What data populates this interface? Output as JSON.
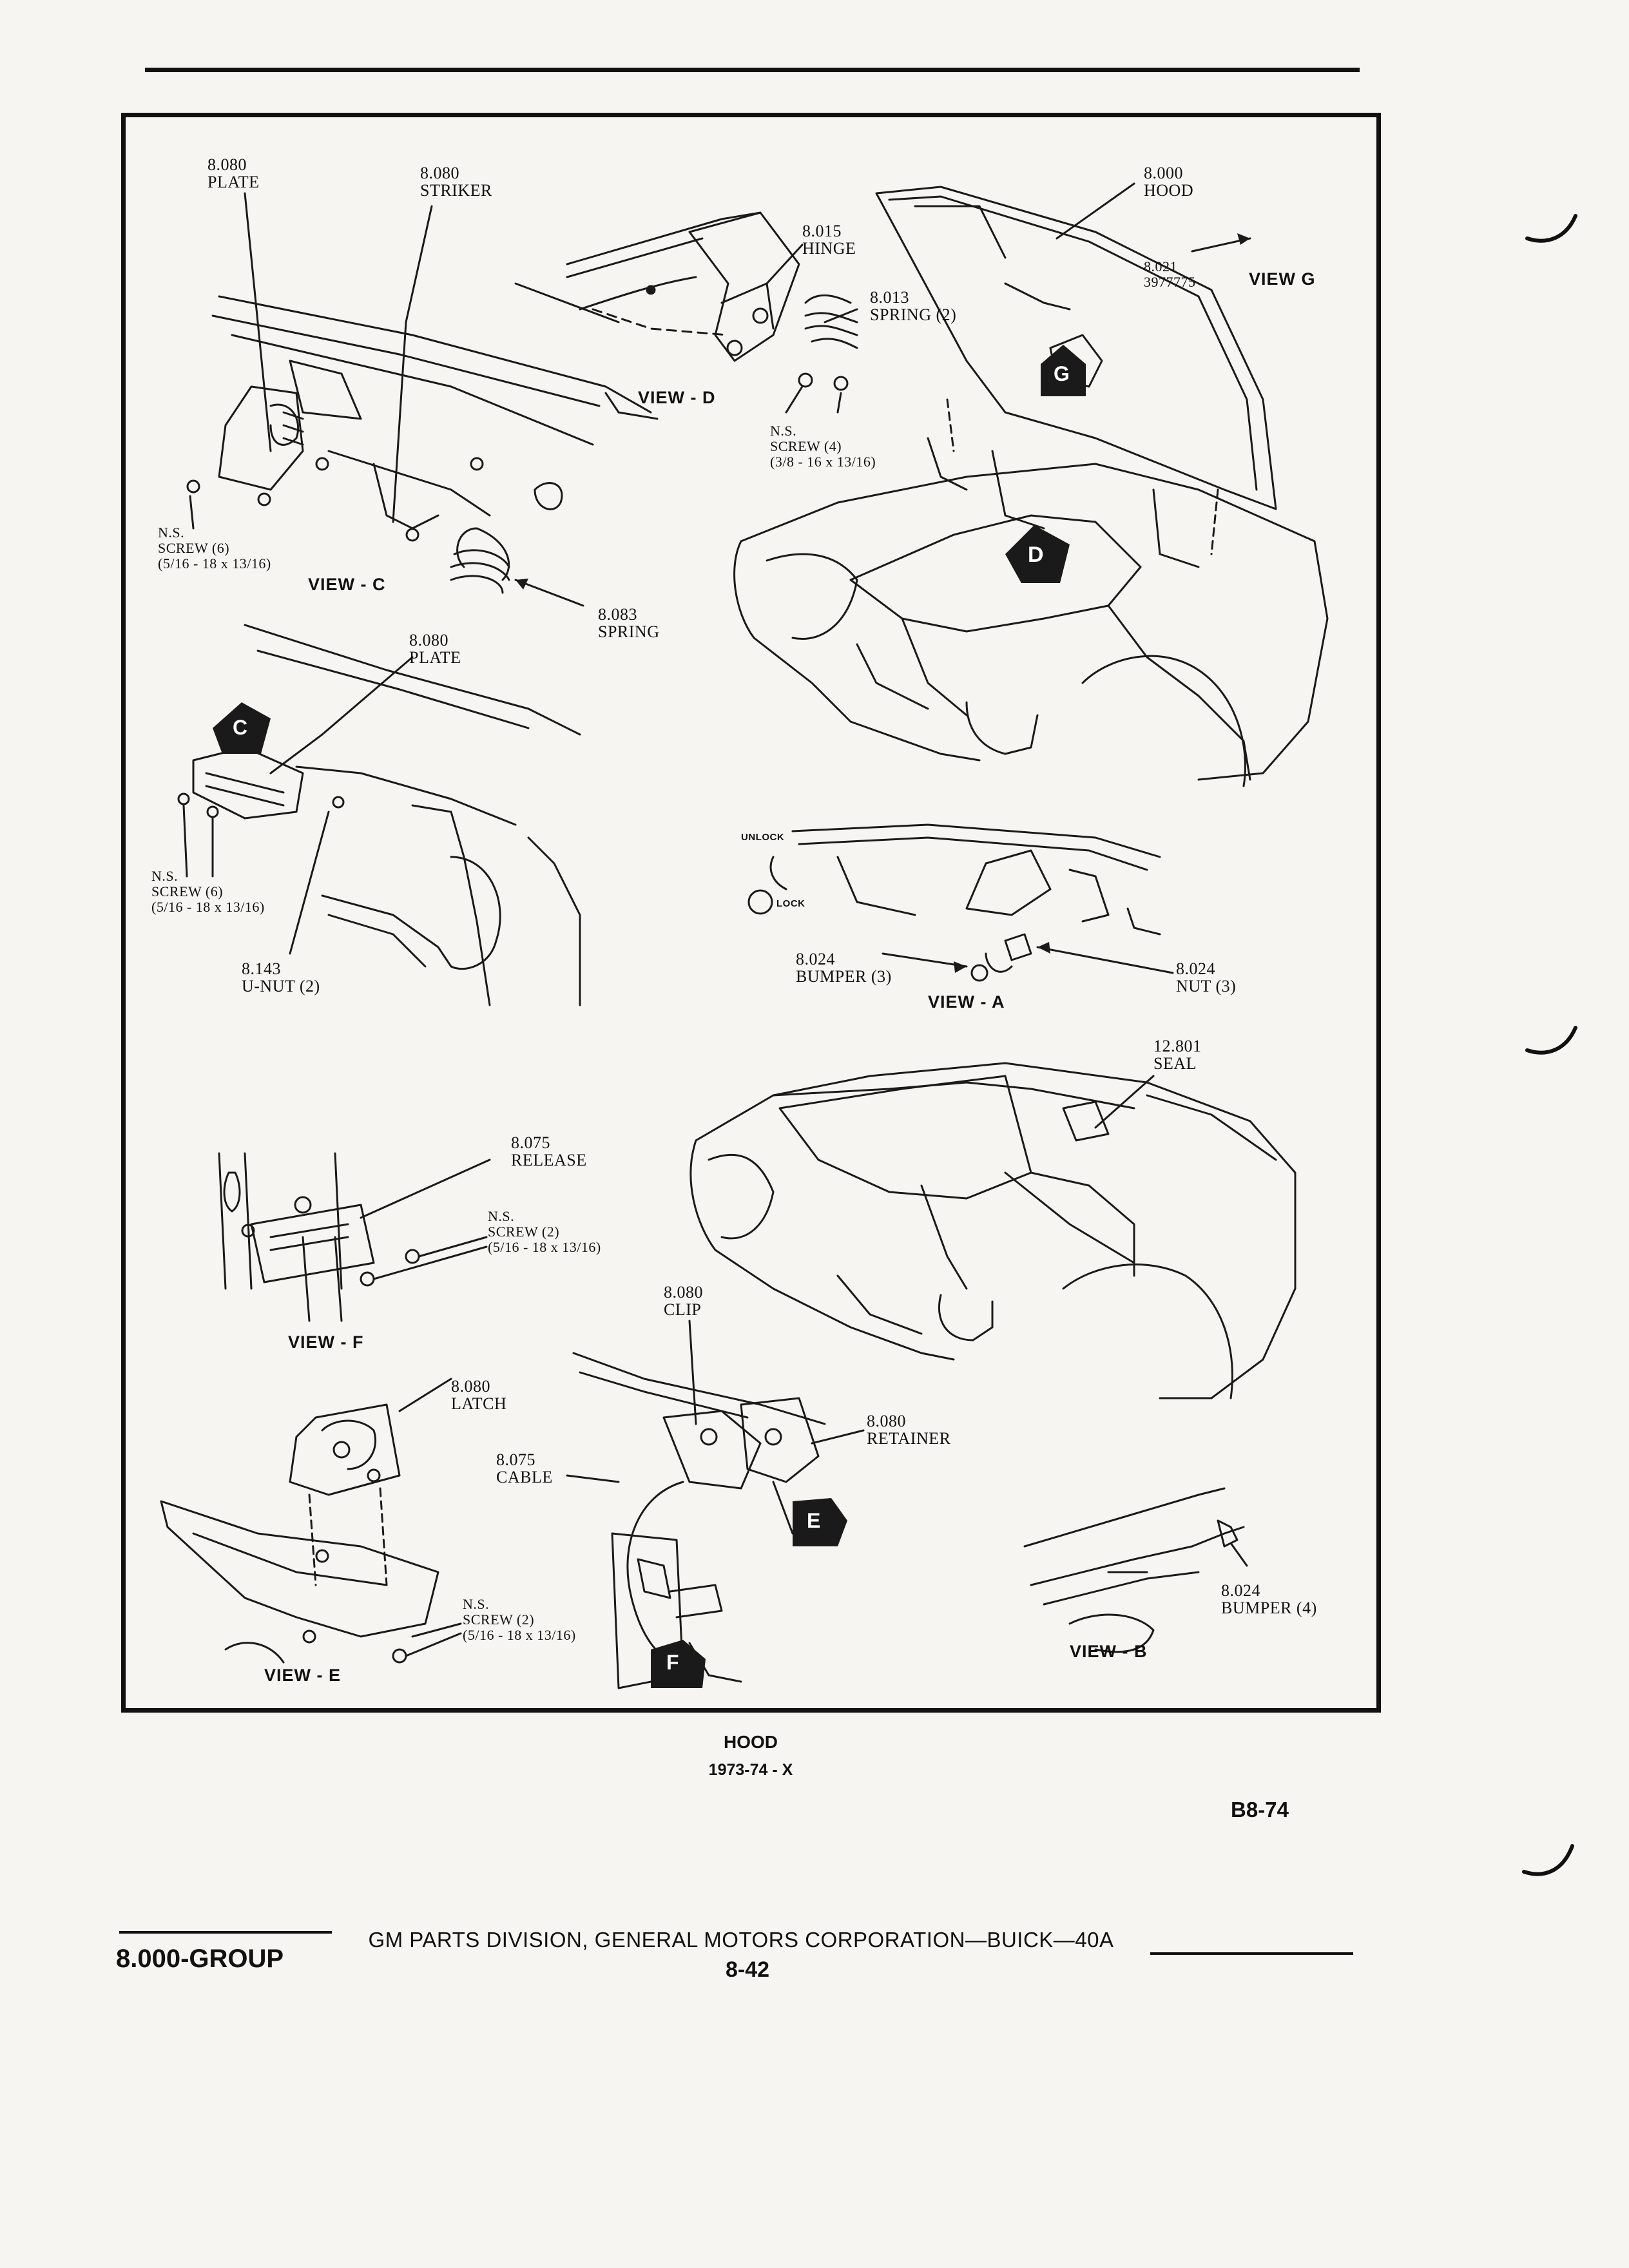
{
  "labels": {
    "plate_top": "8.080\nPLATE",
    "striker": "8.080\nSTRIKER",
    "hinge": "8.015\nHINGE",
    "spring_hinge": "8.013\nSPRING (2)",
    "hood": "8.000\nHOOD",
    "hood_part": "8.021\n3977775",
    "ns_screw_d": "N.S.\nSCREW (4)\n(3/8 - 16 x 13/16)",
    "ns_screw_c": "N.S.\nSCREW (6)\n(5/16 - 18 x 13/16)",
    "spring_c": "8.083\nSPRING",
    "plate_mid": "8.080\nPLATE",
    "ns_screw_plate": "N.S.\nSCREW (6)\n(5/16 - 18 x 13/16)",
    "unut": "8.143\nU-NUT (2)",
    "unlock": "UNLOCK",
    "lock": "LOCK",
    "bumper_a": "8.024\nBUMPER (3)",
    "nut_a": "8.024\nNUT (3)",
    "seal": "12.801\nSEAL",
    "release": "8.075\nRELEASE",
    "ns_screw_f": "N.S.\nSCREW (2)\n(5/16 - 18 x 13/16)",
    "clip": "8.080\nCLIP",
    "latch": "8.080\nLATCH",
    "retainer": "8.080\nRETAINER",
    "cable": "8.075\nCABLE",
    "ns_screw_e": "N.S.\nSCREW (2)\n(5/16 - 18 x 13/16)",
    "bumper_b": "8.024\nBUMPER (4)"
  },
  "views": {
    "view_g": "VIEW G",
    "view_d": "VIEW - D",
    "view_c": "VIEW - C",
    "view_a": "VIEW - A",
    "view_f": "VIEW - F",
    "view_e": "VIEW - E",
    "view_b": "VIEW - B"
  },
  "markers": {
    "g": "G",
    "d": "D",
    "c": "C",
    "e": "E",
    "f": "F"
  },
  "caption": {
    "title": "HOOD",
    "subtitle": "1973-74 - X",
    "ref": "B8-74"
  },
  "footer": {
    "group": "8.000-GROUP",
    "company": "GM PARTS DIVISION, GENERAL MOTORS CORPORATION—BUICK—40A",
    "page": "8-42"
  }
}
